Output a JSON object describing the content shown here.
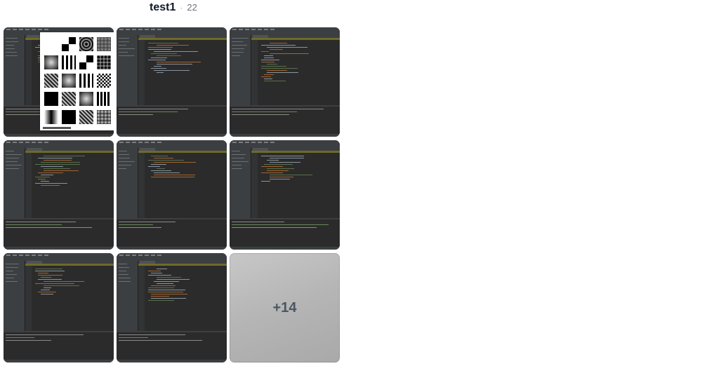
{
  "album": {
    "title": "test1",
    "separator": "·",
    "count": "22"
  },
  "tiles": [
    {
      "kind": "ide-with-figure"
    },
    {
      "kind": "ide"
    },
    {
      "kind": "ide"
    },
    {
      "kind": "ide"
    },
    {
      "kind": "ide"
    },
    {
      "kind": "ide"
    },
    {
      "kind": "ide"
    },
    {
      "kind": "ide"
    }
  ],
  "more": {
    "label": "+14"
  },
  "colors": {
    "ide_background": "#2b2b2b",
    "ide_panel": "#3c3f41",
    "warning_bar": "#6e6a2a",
    "code_keyword": "#cc7832",
    "code_string": "#6a8759",
    "code_text": "#a9b7c6",
    "more_label": "#4b5563"
  }
}
